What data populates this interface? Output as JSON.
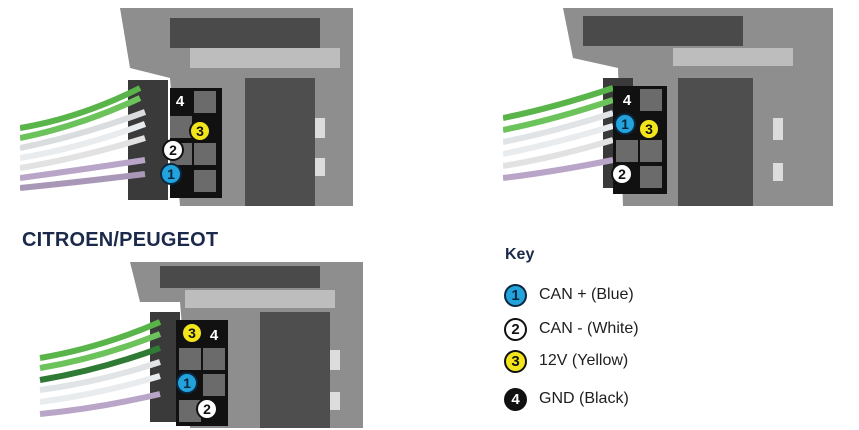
{
  "section_title": "CITROEN/PEUGEOT",
  "key": {
    "title": "Key",
    "items": [
      {
        "number": "1",
        "label": "CAN + (Blue)",
        "color": "#23a3dc"
      },
      {
        "number": "2",
        "label": "CAN - (White)",
        "color": "#ffffff"
      },
      {
        "number": "3",
        "label": "12V (Yellow)",
        "color": "#f2e51c"
      },
      {
        "number": "4",
        "label": "GND (Black)",
        "color": "#111111"
      }
    ]
  },
  "photos": {
    "top_left": {
      "pin_labels": [
        "4",
        "3",
        "2",
        "1"
      ]
    },
    "top_right": {
      "pin_labels": [
        "4",
        "1",
        "3",
        "2"
      ]
    },
    "bottom_left": {
      "pin_labels": [
        "3",
        "4",
        "1",
        "2"
      ]
    }
  }
}
